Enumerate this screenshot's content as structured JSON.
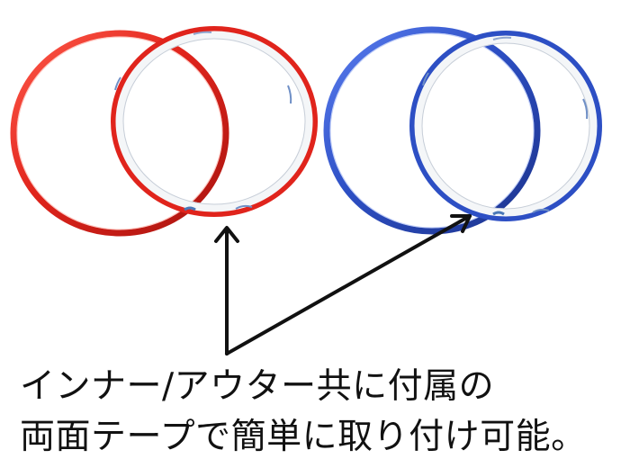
{
  "caption": {
    "line1": "インナー/アウター共に付属の",
    "line2": "両面テープで簡単に取り付け可能。"
  },
  "colors": {
    "red_ring": "#e0241c",
    "blue_ring": "#2d4fc4",
    "tape_white": "#f4f6f8",
    "arrow": "#111111",
    "caption_text": "#111111"
  },
  "icons": {
    "left_arrow": "arrow-pointing-up-to-red-tape",
    "right_arrow": "arrow-pointing-up-to-blue-tape"
  }
}
